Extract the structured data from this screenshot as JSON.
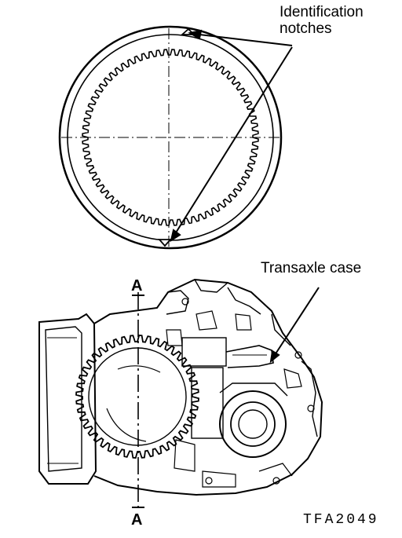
{
  "labels": {
    "identification_line1": "Identification",
    "identification_line2": "notches",
    "transaxle_case": "Transaxle case",
    "section_top": "A",
    "section_bottom": "A",
    "figure_code": "TFA2049"
  },
  "colors": {
    "ink": "#000000",
    "paper": "#ffffff"
  }
}
